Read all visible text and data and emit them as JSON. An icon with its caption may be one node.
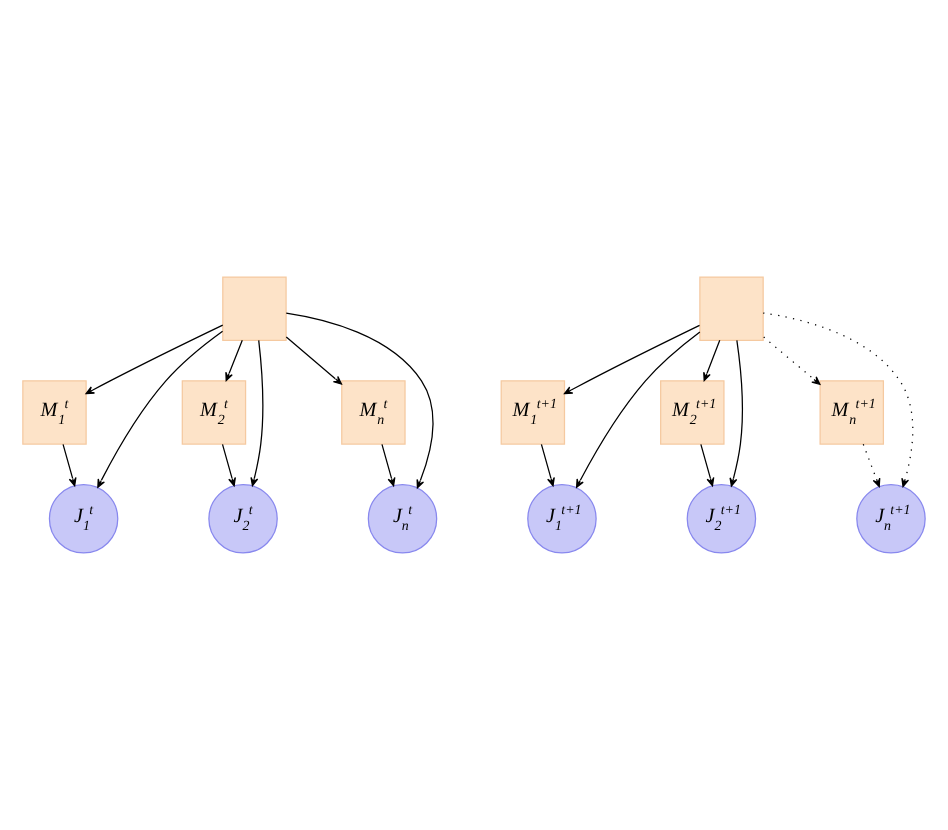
{
  "diagram": {
    "nodes": [
      {
        "text": [],
        "shape": "box"
      },
      {
        "text": [
          "M$_{1}$$^{t}$"
        ]
      },
      {
        "text": [
          "J$_{1}$$^{t}$"
        ]
      },
      {
        "text": [
          "M$_{2}$$^{t}$"
        ]
      },
      {
        "text": [
          "J$_{2}$$^{t}$"
        ]
      },
      {
        "text": [
          "M$_{n}$$^{t}$"
        ]
      },
      {
        "text": [
          "J$_{n}$$^{t}$"
        ]
      },
      {
        "text": [],
        "shape": "box"
      },
      {
        "text": [
          "M$_{1}$$^{t+1}$"
        ]
      },
      {
        "text": [
          "J$_{1}$$^{t+1}$"
        ]
      },
      {
        "text": [
          "M$_{2}$$^{t+1}$"
        ]
      },
      {
        "text": [
          "J$_{2}$$^{t+1}$"
        ]
      },
      {
        "text": [
          "M$_{n}$$^{t+1}$"
        ]
      },
      {
        "text": [
          "J$_{n}$$^{t+1}$"
        ]
      }
    ],
    "edges": [
      {
        "from": 0,
        "to": 1,
        "arrow": "to"
      },
      {
        "from": 0,
        "to": 2,
        "arrow": "to"
      },
      {
        "from": 1,
        "to": 2,
        "arrow": "to"
      },
      {
        "from": 0,
        "to": 3,
        "arrow": "to"
      },
      {
        "from": 0,
        "to": 4,
        "arrow": "to"
      },
      {
        "from": 3,
        "to": 4,
        "arrow": "to"
      },
      {
        "from": 0,
        "to": 5,
        "arrow": "to"
      },
      {
        "from": 0,
        "to": 6,
        "arrow": "to"
      },
      {
        "from": 5,
        "to": 6,
        "arrow": "to"
      },
      {
        "from": 7,
        "to": 8,
        "arrow": "to"
      },
      {
        "from": 7,
        "to": 9,
        "arrow": "to"
      },
      {
        "from": 8,
        "to": 9,
        "arrow": "to"
      },
      {
        "from": 7,
        "to": 10,
        "arrow": "to"
      },
      {
        "from": 7,
        "to": 11,
        "arrow": "to"
      },
      {
        "from": 10,
        "to": 11,
        "arrow": "to"
      },
      {
        "from": 7,
        "to": 12,
        "arrow": "to",
        "style": "dashed"
      },
      {
        "from": 7,
        "to": 13,
        "arrow": "to",
        "style": "dashed"
      },
      {
        "from": 12,
        "to": 13,
        "arrow": "to",
        "style": "dashed"
      }
    ]
  }
}
